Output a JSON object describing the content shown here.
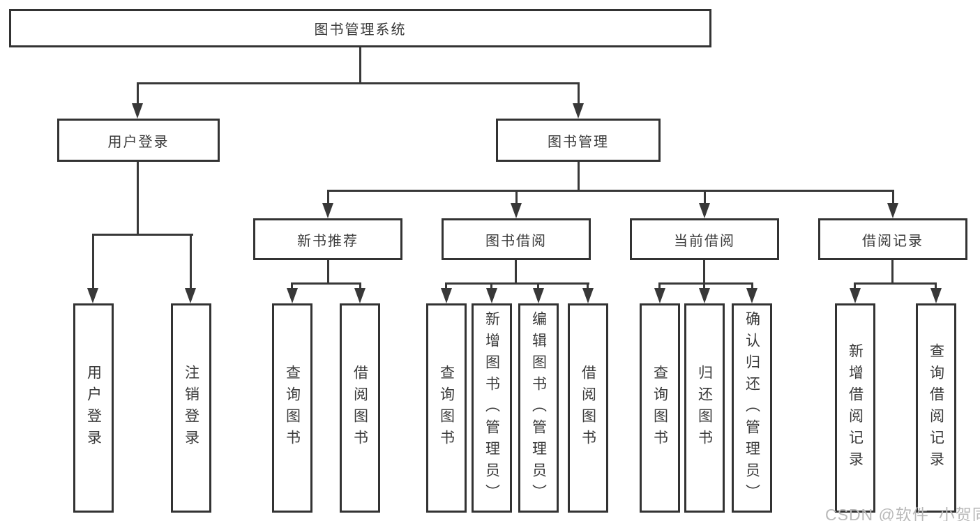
{
  "colors": {
    "line": "#383838",
    "border": "#333333",
    "text": "#3a3a3a",
    "background": "#ffffff",
    "watermark": "#b9b9b9"
  },
  "watermark": {
    "text": "CSDN @软件_小贺同学"
  },
  "tree": {
    "root": {
      "label": "图书管理系统"
    },
    "children": [
      {
        "label": "用户登录",
        "children": [
          {
            "label": "用户登录"
          },
          {
            "label": "注销登录"
          }
        ]
      },
      {
        "label": "图书管理",
        "children": [
          {
            "label": "新书推荐",
            "children": [
              {
                "label": "查询图书"
              },
              {
                "label": "借阅图书"
              }
            ]
          },
          {
            "label": "图书借阅",
            "children": [
              {
                "label": "查询图书"
              },
              {
                "label": "新增图书（管理员）"
              },
              {
                "label": "编辑图书（管理员）"
              },
              {
                "label": "借阅图书"
              }
            ]
          },
          {
            "label": "当前借阅",
            "children": [
              {
                "label": "查询图书"
              },
              {
                "label": "归还图书"
              },
              {
                "label": "确认归还（管理员）"
              }
            ]
          },
          {
            "label": "借阅记录",
            "children": [
              {
                "label": "新增借阅记录"
              },
              {
                "label": "查询借阅记录"
              }
            ]
          }
        ]
      }
    ]
  }
}
